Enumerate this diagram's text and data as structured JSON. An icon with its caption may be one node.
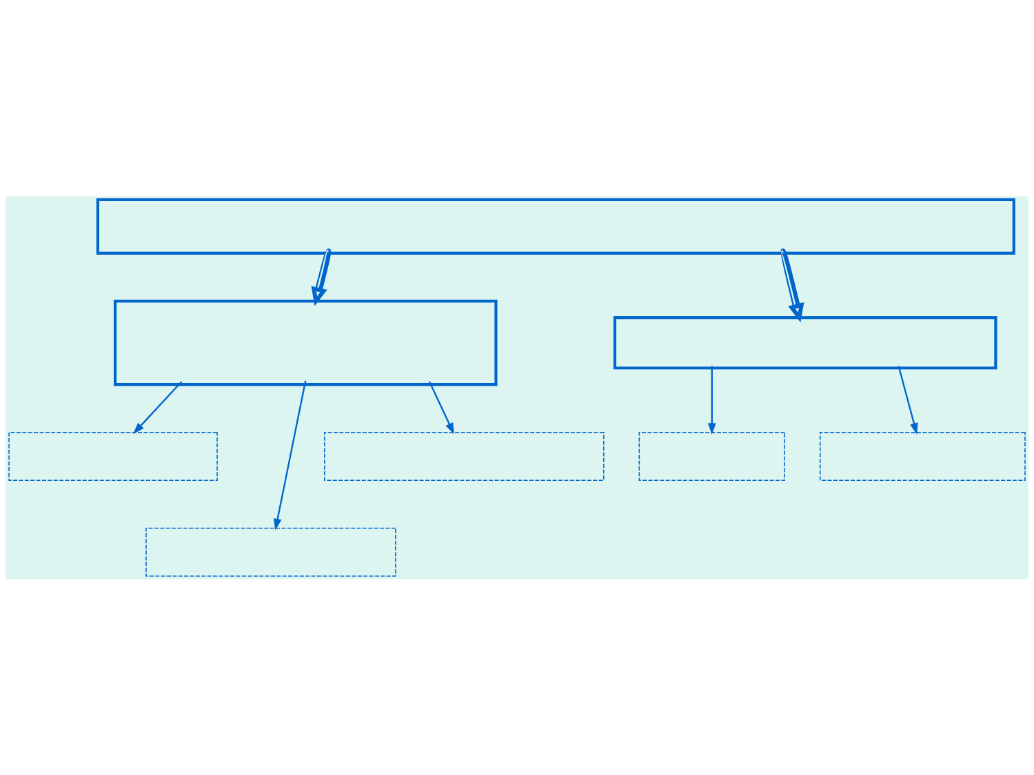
{
  "diagram": {
    "nodes": [
      {
        "text": [],
        "shape": "box"
      },
      {
        "text": [],
        "shape": "box"
      },
      {
        "text": [],
        "shape": "box"
      },
      {
        "text": [],
        "shape": "box"
      },
      {
        "text": [],
        "shape": "box"
      },
      {
        "text": [],
        "shape": "box"
      },
      {
        "text": [],
        "shape": "box"
      },
      {
        "text": [],
        "shape": "box"
      }
    ],
    "edges": [
      {
        "from": 0,
        "to": 1,
        "arrow": "to",
        "style": "thick"
      },
      {
        "from": 0,
        "to": 2,
        "arrow": "to",
        "style": "thick"
      },
      {
        "from": 1,
        "to": 3,
        "arrow": "to"
      },
      {
        "from": 1,
        "to": 7,
        "arrow": "to"
      },
      {
        "from": 1,
        "to": 4,
        "arrow": "to"
      },
      {
        "from": 2,
        "to": 5,
        "arrow": "to"
      },
      {
        "from": 2,
        "to": 6,
        "arrow": "to"
      }
    ]
  }
}
